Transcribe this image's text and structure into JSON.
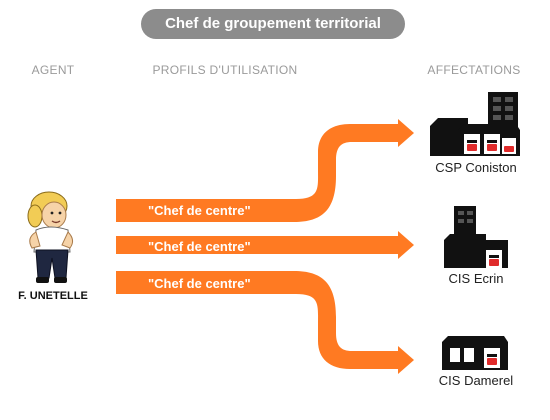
{
  "title": "Chef de groupement territorial",
  "columns": {
    "agent": "AGENT",
    "profiles": "PROFILS D'UTILISATION",
    "assignments": "AFFECTATIONS"
  },
  "agent": {
    "name": "F. UNETELLE",
    "avatar_icon": "firefighter-avatar-icon"
  },
  "profiles": [
    {
      "label": "\"Chef de centre\""
    },
    {
      "label": "\"Chef de centre\""
    },
    {
      "label": "\"Chef de centre\""
    }
  ],
  "assignments": [
    {
      "label": "CSP Coniston",
      "icon": "fire-station-large-icon"
    },
    {
      "label": "CIS Ecrin",
      "icon": "fire-station-medium-icon"
    },
    {
      "label": "CIS Damerel",
      "icon": "fire-station-small-icon"
    }
  ],
  "colors": {
    "arrow": "#ff7a22",
    "title_bg": "#8c8c8c",
    "header_text": "#9a9a9a",
    "station": "#111111",
    "door_red": "#e02b2b"
  }
}
